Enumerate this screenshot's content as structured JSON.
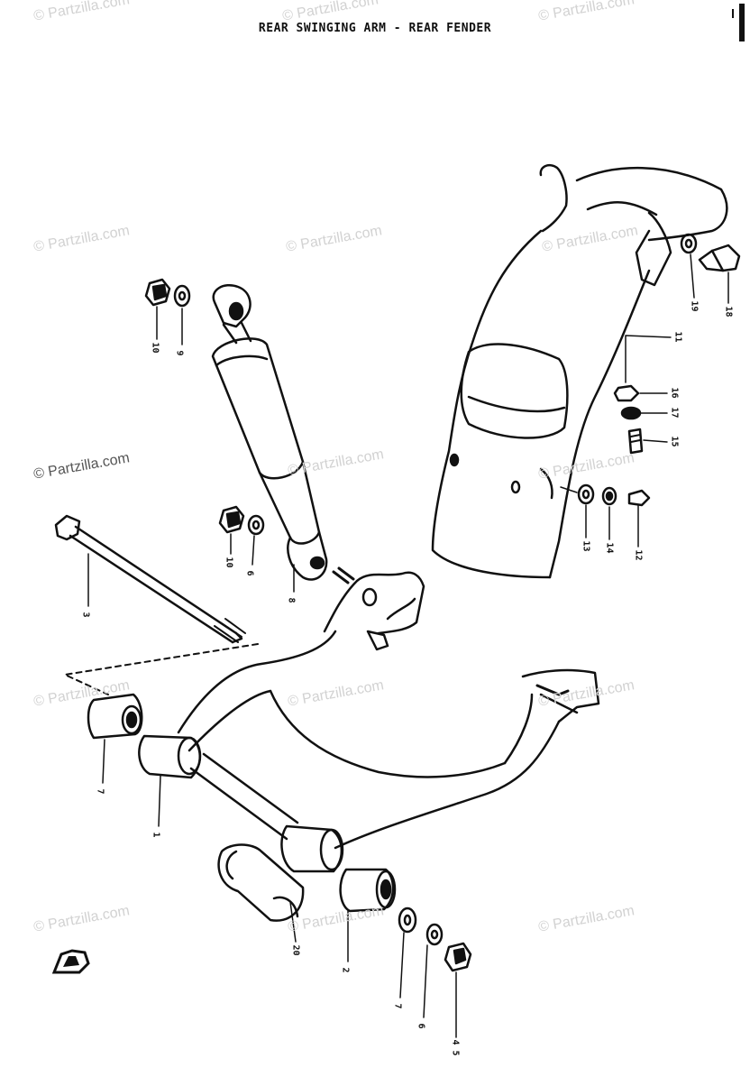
{
  "title": "REAR SWINGING ARM - REAR FENDER",
  "watermark": "© Partzilla.com",
  "callouts": {
    "c10_top": "10",
    "c9_top": "9",
    "c10_mid": "10",
    "c6": "6",
    "c8": "8",
    "c3": "3",
    "c7_left": "7",
    "c1": "1",
    "c20": "20",
    "c2": "2",
    "c7_bot": "7",
    "c6_bot": "6",
    "c4_5": "4 5",
    "c19_right": "19",
    "c18_right": "18",
    "c11": "11",
    "c16": "16",
    "c17": "17",
    "c15": "15",
    "c13": "13",
    "c14": "14",
    "c12": "12"
  },
  "colors": {
    "ink": "#111111",
    "watermark": "#d2d2d2"
  }
}
